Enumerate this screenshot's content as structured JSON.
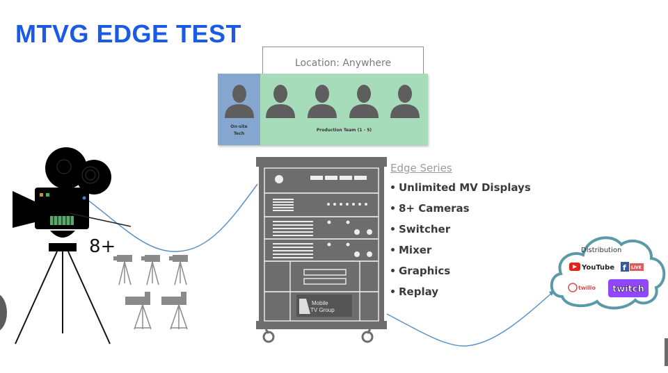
{
  "title": "MTVG EDGE TEST",
  "location": {
    "label": "Location: Anywhere"
  },
  "team": {
    "onsite_label_line1": "On-site",
    "onsite_label_line2": "Tech",
    "production_label": "Production Team (1 - 5)",
    "onsite_color": "#84a6cf",
    "production_color": "#a7dcbb",
    "person_count": 5
  },
  "cameras": {
    "count_label": "8+"
  },
  "rack": {
    "brand_line1": "Mobile",
    "brand_line2": "TV Group"
  },
  "edge_series": {
    "title": "Edge Series",
    "features": [
      "Unlimited MV Displays",
      "8+ Cameras",
      "Switcher",
      "Mixer",
      "Graphics",
      "Replay"
    ]
  },
  "distribution": {
    "label": "Distribution",
    "platforms": {
      "youtube": "YouTube",
      "facebook_live": "LIVE",
      "twilio": "twilio",
      "twitch": "twitch"
    }
  },
  "colors": {
    "title": "#1a5ae6",
    "connector": "#5b8fc9",
    "cloud_border": "#5a9aa8",
    "twitch": "#9146ff",
    "youtube": "#e62117",
    "facebook": "#3b5998"
  }
}
